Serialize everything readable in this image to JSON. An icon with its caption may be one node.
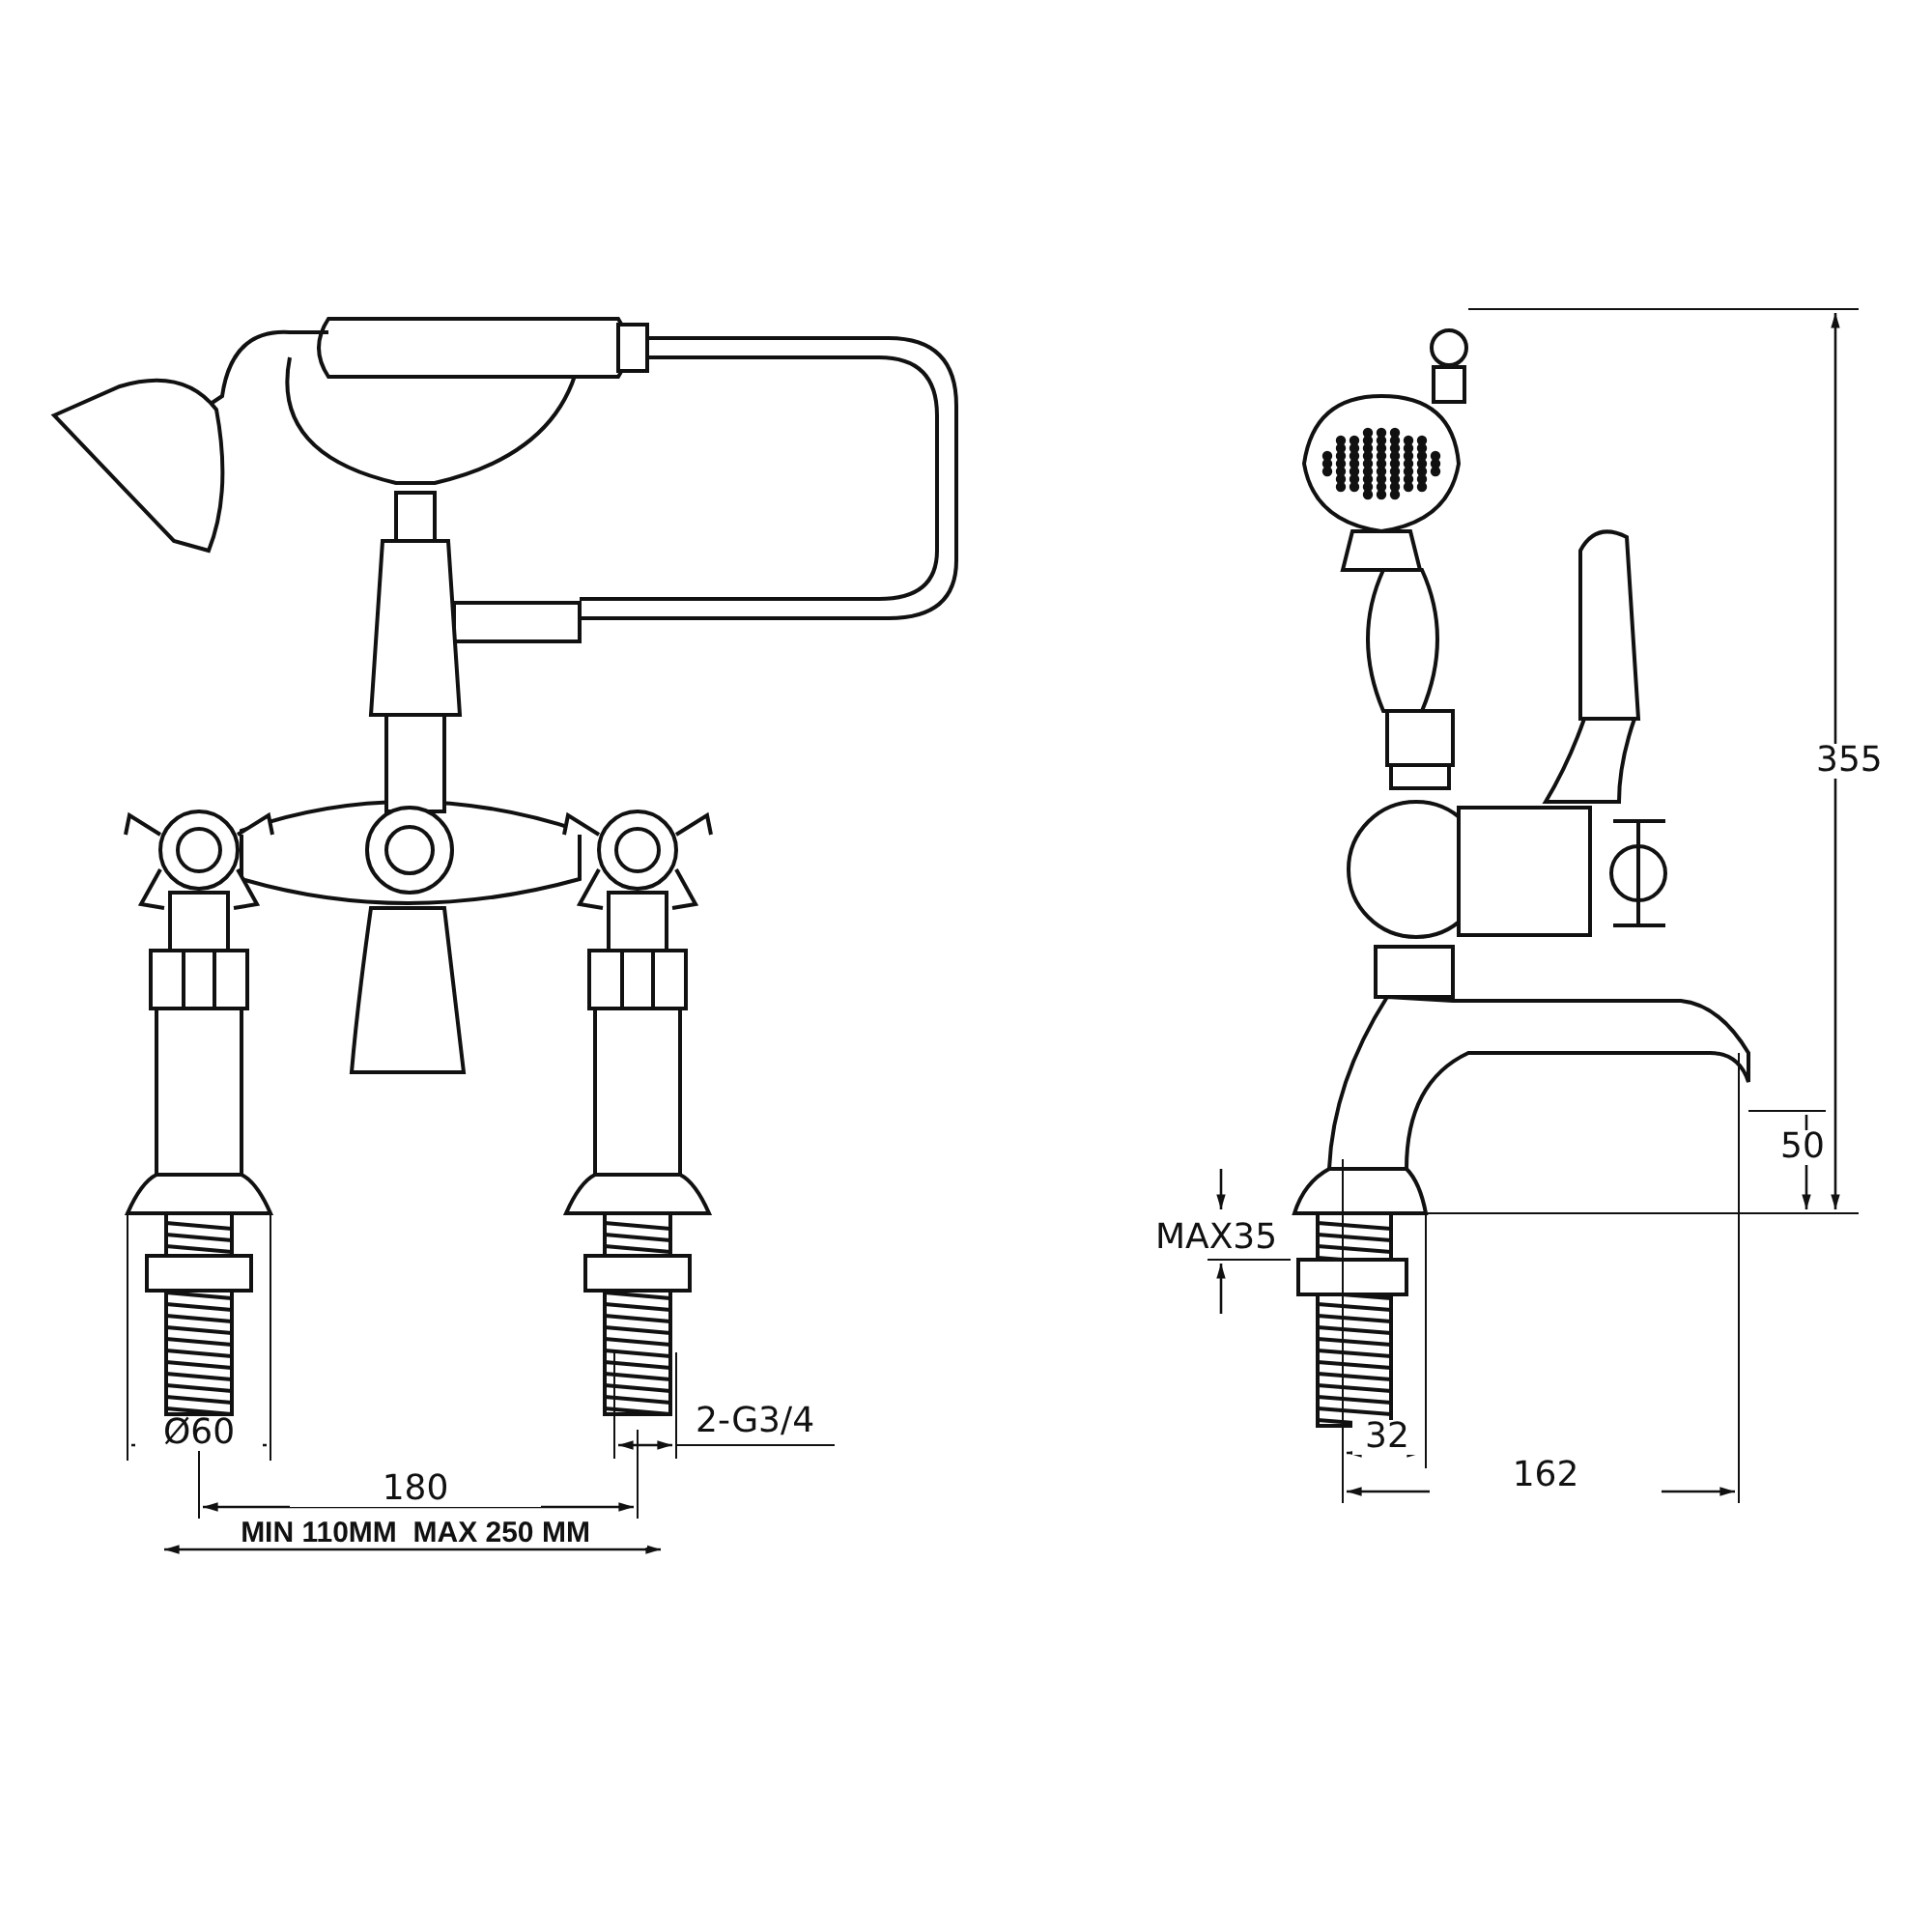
{
  "diagram": {
    "labels": [
      "355",
      "50",
      "MAX35",
      "2-G3/4",
      "Ø60",
      "32",
      "162",
      "180",
      "MIN 110MM  MAX 250 MM"
    ]
  }
}
